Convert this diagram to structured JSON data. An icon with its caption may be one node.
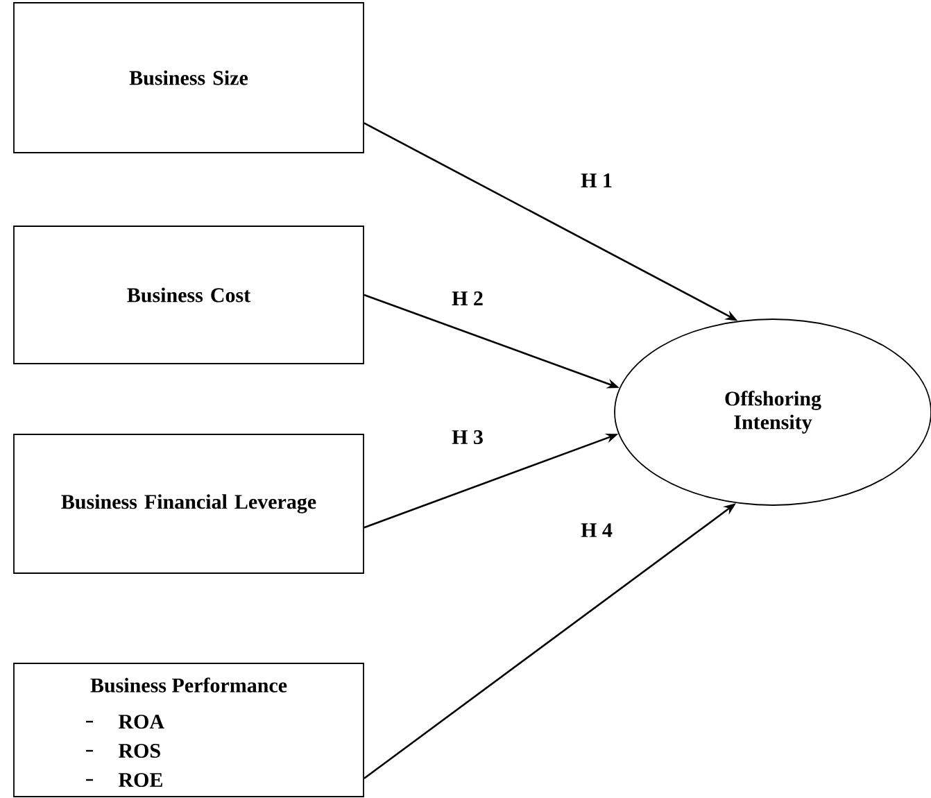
{
  "diagram": {
    "nodes": [
      {
        "text": [
          "Business Size"
        ]
      },
      {
        "text": [
          "Business Cost"
        ]
      },
      {
        "text": [
          "Business Financial Leverage"
        ]
      },
      {
        "text": [
          "Business Performance",
          "ROA",
          "ROS",
          "ROE"
        ]
      },
      {
        "text": [
          "Offshoring Intensity"
        ]
      }
    ],
    "edges": [
      {
        "from": 0,
        "to": 4,
        "arrow": "to",
        "label": "H 1"
      },
      {
        "from": 1,
        "to": 4,
        "arrow": "to",
        "label": "H 2"
      },
      {
        "from": 2,
        "to": 4,
        "arrow": "to",
        "label": "H 3"
      },
      {
        "from": 3,
        "to": 4,
        "arrow": "to",
        "label": "H 4"
      }
    ]
  }
}
